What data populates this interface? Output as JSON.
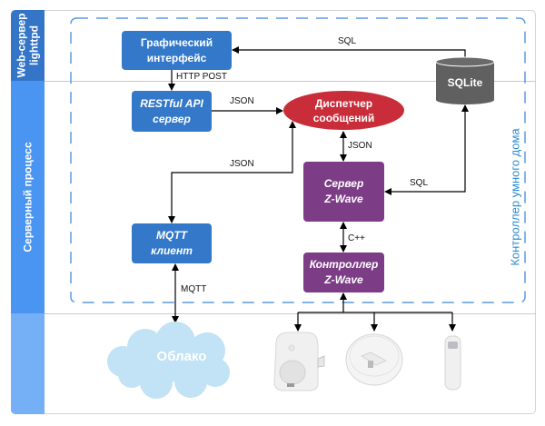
{
  "lanes": [
    {
      "label": "Web-сервер\nlighttpd",
      "line1": "Web-сервер",
      "line2": "lighttpd",
      "color": "#3475c8"
    },
    {
      "label": "Серверный процесс",
      "color": "#4a95f2"
    },
    {
      "label": "",
      "color": "#75aff6"
    }
  ],
  "container": {
    "label": "Контроллер умного дома",
    "color": "#2a8ad0"
  },
  "nodes": {
    "gui": {
      "line1": "Графический",
      "line2": "интерфейс"
    },
    "rest": {
      "line1": "RESTful API",
      "line2": "сервер"
    },
    "dispatcher": {
      "line1": "Диспетчер",
      "line2": "сообщений"
    },
    "sqlite": {
      "label": "SQLite"
    },
    "zwave_server": {
      "line1": "Сервер",
      "line2": "Z-Wave"
    },
    "zwave_controller": {
      "line1": "Контроллер",
      "line2": "Z-Wave"
    },
    "mqtt": {
      "line1": "MQTT",
      "line2": "клиент"
    },
    "cloud": {
      "label": "Облако"
    }
  },
  "edges": {
    "sql_top": "SQL",
    "http_post": "HTTP POST",
    "json_rest": "JSON",
    "json_dispatch_zwave": "JSON",
    "json_mqtt": "JSON",
    "sql_zwave": "SQL",
    "cpp": "C++",
    "mqtt": "MQTT"
  },
  "devices": [
    "smart-plug",
    "smoke-detector",
    "motion-sensor"
  ],
  "colors": {
    "blue_node": "#3478c9",
    "purple_node": "#7c3c86",
    "dispatcher": "#c92d3a",
    "database": "#606060",
    "cloud": "#c2e2f5"
  }
}
